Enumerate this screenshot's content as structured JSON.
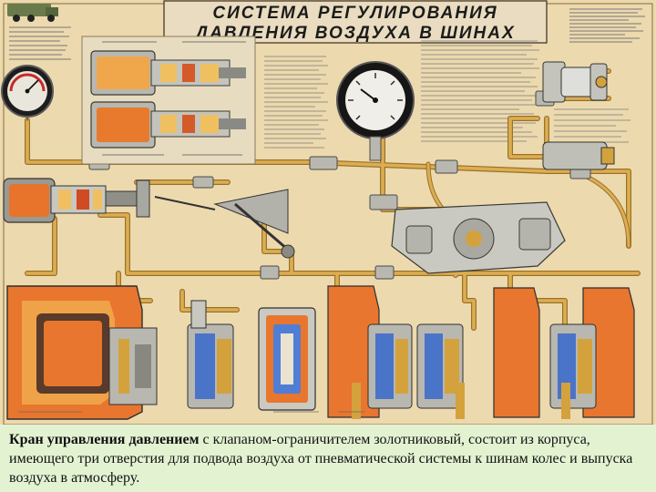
{
  "poster": {
    "title_line1": "СИСТЕМА РЕГУЛИРОВАНИЯ",
    "title_line2": "ДАВЛЕНИЯ ВОЗДУХА В ШИНАХ"
  },
  "caption": {
    "lead": "Кран управления давлением",
    "rest": " с клапаном-ограничителем золотниковый, состоит из корпуса, имеющего три отверстия для подвода воздуха от пневматической системы к шинам колес и выпуска воздуха в атмосферу."
  },
  "colors": {
    "paper": "#ecd9ae",
    "pipe": "#d4a23c",
    "housing": "#e8732a",
    "caption_bg": "#e3f3d2"
  }
}
